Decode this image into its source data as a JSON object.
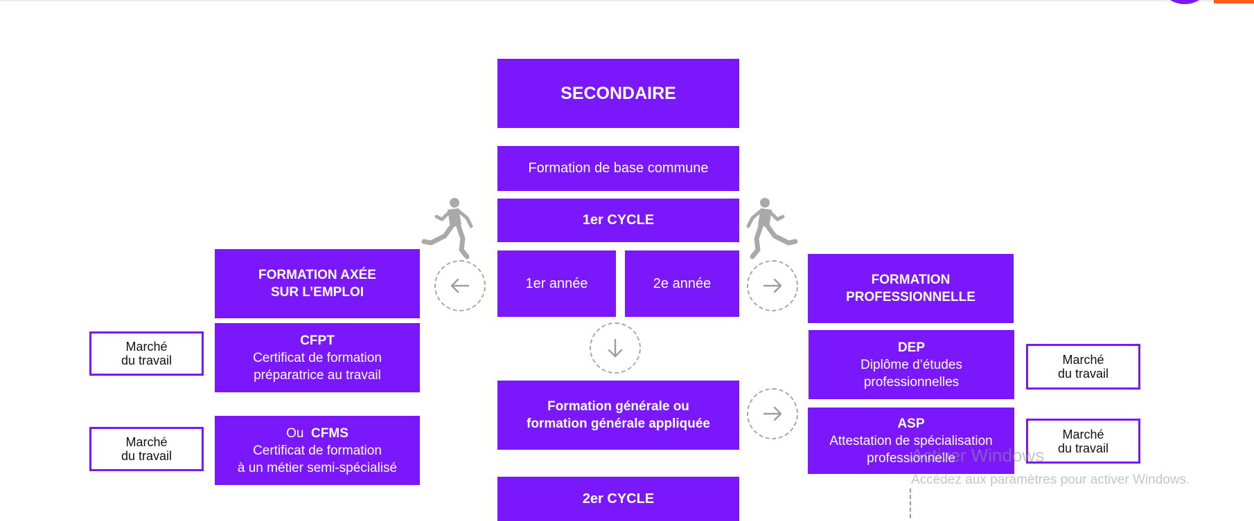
{
  "colors": {
    "accent": "#7b18fb",
    "arrow": "#9d9d9d",
    "orange": "#ff5a1f"
  },
  "diagram": {
    "secondaire": "SECONDAIRE",
    "base_commune": "Formation de base commune",
    "cycle1": "1er CYCLE",
    "annee1": "1er année",
    "annee2": "2e année",
    "gen_line1": "Formation générale ou",
    "gen_line2": "formation générale appliquée",
    "cycle2": "2er CYCLE",
    "fae_line1": "FORMATION AXÉE",
    "fae_line2": "SUR L’EMPLOI",
    "cfpt_title": "CFPT",
    "cfpt_line1": "Certificat de formation",
    "cfpt_line2": "préparatrice au travail",
    "cfms_prefix": "Ou",
    "cfms_title": "CFMS",
    "cfms_line1": "Certificat de formation",
    "cfms_line2": "à un métier semi-spécialisé",
    "fp_line1": "FORMATION",
    "fp_line2": "PROFESSIONNELLE",
    "dep_title": "DEP",
    "dep_line1": "Diplôme d’études",
    "dep_line2": "professionnelles",
    "asp_title": "ASP",
    "asp_line1": "Attestation de spécialisation",
    "asp_line2": "professionnelle",
    "market_line1": "Marché",
    "market_line2": "du travail"
  },
  "icons": {
    "left_arrow": "arrow-left-icon",
    "right_arrow": "arrow-right-icon",
    "down_arrow": "arrow-down-icon",
    "jumper": "jumping-person-icon"
  },
  "watermark": {
    "title": "Activer Windows",
    "subtitle": "Accédez aux paramètres pour activer Windows."
  }
}
